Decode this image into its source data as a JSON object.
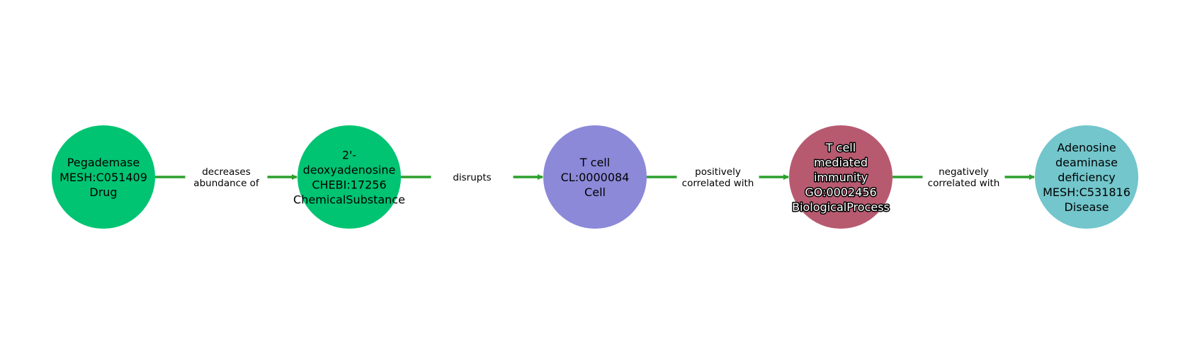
{
  "nodes": [
    {
      "lines": [
        "Pegademase",
        "MESH:C051409",
        "Drug"
      ],
      "color": "#00c472",
      "halo": false
    },
    {
      "lines": [
        "2'-",
        "deoxyadenosine",
        "CHEBI:17256",
        "ChemicalSubstance"
      ],
      "color": "#00c472",
      "halo": false
    },
    {
      "lines": [
        "T cell",
        "CL:0000084",
        "Cell"
      ],
      "color": "#8c89d9",
      "halo": false
    },
    {
      "lines": [
        "T cell",
        "mediated",
        "immunity",
        "GO:0002456",
        "BiologicalProcess"
      ],
      "color": "#b75a70",
      "halo": true
    },
    {
      "lines": [
        "Adenosine",
        "deaminase",
        "deficiency",
        "MESH:C531816",
        "Disease"
      ],
      "color": "#72c6cc",
      "halo": false
    }
  ],
  "edges": [
    {
      "lines": [
        "decreases",
        "abundance of"
      ]
    },
    {
      "lines": [
        "disrupts"
      ]
    },
    {
      "lines": [
        "positively",
        "correlated with"
      ]
    },
    {
      "lines": [
        "negatively",
        "correlated with"
      ]
    }
  ],
  "edge_color": "#2ca02c"
}
